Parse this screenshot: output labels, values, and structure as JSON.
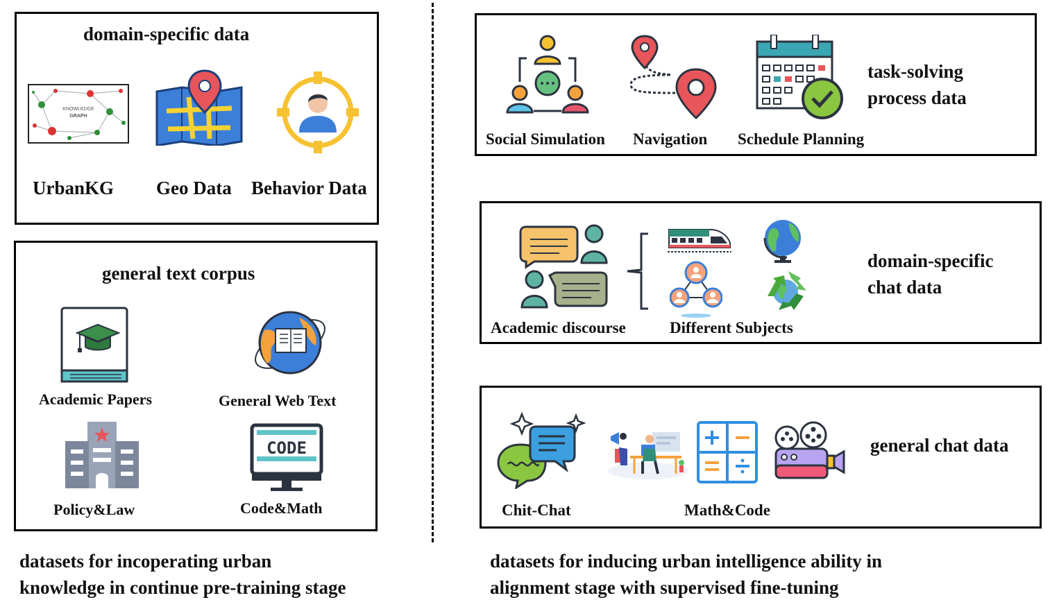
{
  "left": {
    "domain_box": {
      "title": "domain-specific data",
      "items": [
        {
          "label": "UrbanKG",
          "icon": "knowledge-graph-icon",
          "inner_text": [
            "KNOWLEDGE",
            "GRAPH"
          ]
        },
        {
          "label": "Geo Data",
          "icon": "map-pin-icon"
        },
        {
          "label": "Behavior Data",
          "icon": "target-person-icon"
        }
      ]
    },
    "corpus_box": {
      "title": "general text corpus",
      "items": [
        {
          "label": "Academic Papers",
          "icon": "graduation-book-icon"
        },
        {
          "label": "General Web Text",
          "icon": "globe-book-icon"
        },
        {
          "label": "Policy&Law",
          "icon": "government-building-icon"
        },
        {
          "label": "Code&Math",
          "icon": "code-monitor-icon",
          "inner_text": "CODE"
        }
      ]
    },
    "caption": {
      "line1": "datasets for incoperating urban",
      "line2": "knowledge in continue pre-training stage"
    }
  },
  "right": {
    "task_box": {
      "title_line1": "task-solving",
      "title_line2": "process data",
      "items": [
        {
          "label": "Social Simulation",
          "icon": "social-network-icon"
        },
        {
          "label": "Navigation",
          "icon": "route-pins-icon"
        },
        {
          "label": "Schedule Planning",
          "icon": "calendar-check-icon"
        }
      ]
    },
    "chat_box": {
      "title_line1": "domain-specific",
      "title_line2": "chat data",
      "items": [
        {
          "label": "Academic discourse",
          "icon": "conversation-icon"
        },
        {
          "label": "Different Subjects",
          "icons": [
            "train-icon",
            "globe-icon",
            "people-network-icon",
            "recycle-globe-icon"
          ]
        }
      ]
    },
    "general_box": {
      "title": "general chat data",
      "items": [
        {
          "label": "Chit-Chat",
          "icon": "chat-bubbles-icon"
        },
        {
          "label": "Math&Code",
          "icons": [
            "coding-desk-icon",
            "calculator-icon",
            "film-camera-icon"
          ]
        }
      ]
    },
    "caption": {
      "line1": "datasets for inducing urban intelligence ability in",
      "line2": "alignment stage with supervised fine-tuning"
    }
  },
  "colors": {
    "border": "#000000",
    "red_pin": "#e8555a",
    "yellow": "#f6c232",
    "blue": "#2f7fd8",
    "teal": "#5fb3b3",
    "green": "#66c080"
  }
}
